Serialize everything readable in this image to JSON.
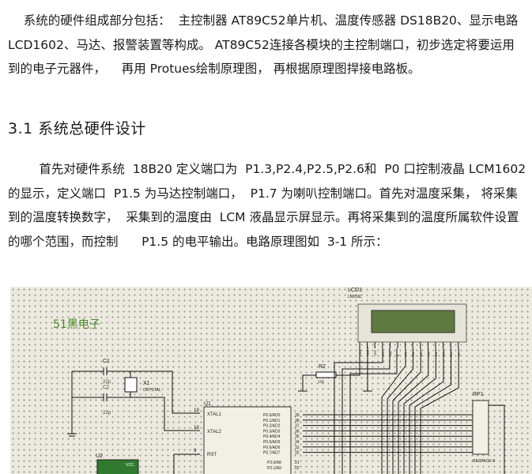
{
  "paragraph1": "    系统的硬件组成部分包括：  主控制器 AT89C52单片机、温度传感器 DS18B20、显示电路 LCD1602、马达、报警装置等构成。 AT89C52连接各模块的主控制端口，初步选定将要运用到的电子元器件，    再用 Protues绘制原理图， 再根据原理图捍接电路板。",
  "heading": "3.1   系统总硬件设计",
  "paragraph2": "        首先对硬件系统  18B20 定义端口为  P1.3,P2.4,P2.5,P2.6和  P0 口控制液晶 LCM1602 的显示，定义端口  P1.5 为马达控制端口，  P1.7 为喇叭控制端口。首先对温度采集， 将采集到的温度转换数字，  采集到的温度由  LCM 液晶显示屏显示。再将采集到的温度所属软件设置的哪个范围，而控制      P1.5 的电平输出。电路原理图如  3-1 所示：",
  "figure": {
    "watermark": "51黑电子",
    "lcd_label": "LCD1",
    "lcd_model": "LM016L",
    "c1": "C1",
    "c1_val": "22p",
    "c2": "C2",
    "c2_val": "22p",
    "x1": "X1",
    "x1_type": "CRYSTAL",
    "r2": "R2",
    "r2_val": "10k",
    "u1": "U1",
    "u2": "U2",
    "rp1": "RP1",
    "rp1_model": "RESPACK-8",
    "pin_xtal1": "XTAL1",
    "pin_xtal2": "XTAL2",
    "pin_rst": "RST",
    "pin_vcc": "VCC",
    "p0_pins": [
      "P0.0/AD0",
      "P0.1/AD1",
      "P0.2/AD2",
      "P0.3/AD3",
      "P0.4/AD4",
      "P0.5/AD5",
      "P0.6/AD6",
      "P0.7/AD7"
    ],
    "p0_nums": [
      "39",
      "38",
      "37",
      "36",
      "35",
      "34",
      "33",
      "32"
    ],
    "p2_pins": [
      "P2.0/A8",
      "P2.1/A9"
    ],
    "p2_nums": [
      "21",
      "22"
    ],
    "num_19": "19",
    "num_18": "18",
    "num_9": "9",
    "lcd_pins": [
      "VSS",
      "VDD",
      "VEE",
      "RS",
      "RW",
      "E",
      "D0",
      "D1",
      "D2",
      "D3",
      "D4",
      "D5",
      "D6",
      "D7"
    ]
  }
}
